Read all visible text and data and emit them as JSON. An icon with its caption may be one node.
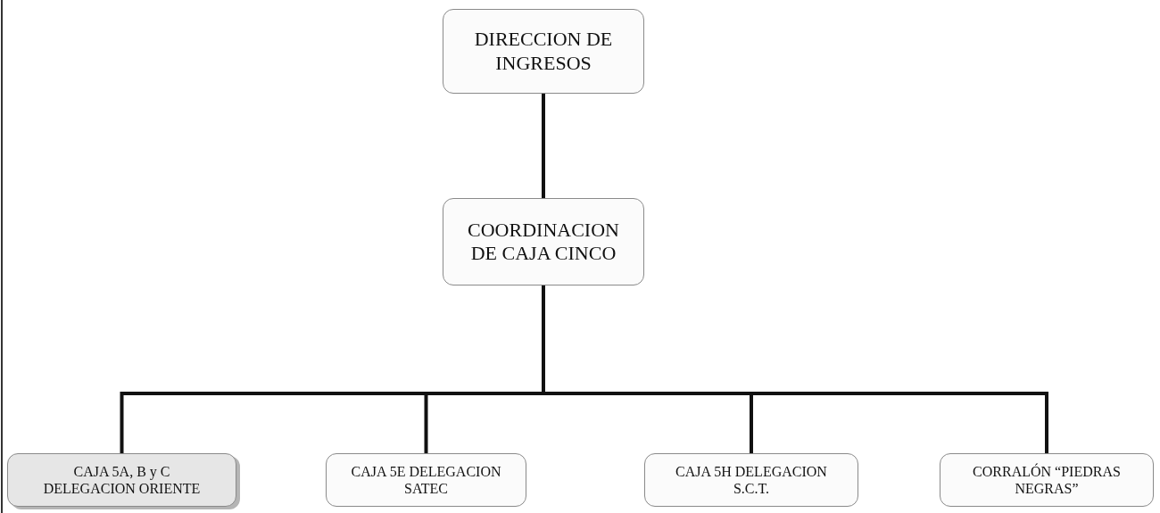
{
  "diagram": {
    "nodes": [
      {
        "text": [
          "DIRECCION DE INGRESOS"
        ]
      },
      {
        "text": [
          "COORDINACION DE CAJA CINCO"
        ]
      },
      {
        "text": [
          "CAJA 5A, B y C DELEGACION ORIENTE"
        ]
      },
      {
        "text": [
          "CAJA 5E DELEGACION SATEC"
        ]
      },
      {
        "text": [
          "CAJA 5H DELEGACION S.C.T."
        ]
      },
      {
        "text": [
          "CORRALÓN “PIEDRAS NEGRAS”"
        ]
      }
    ],
    "edges": [
      {
        "from": 0,
        "to": 1,
        "arrow": "none"
      },
      {
        "from": 1,
        "to": 2,
        "arrow": "none"
      },
      {
        "from": 1,
        "to": 3,
        "arrow": "none"
      },
      {
        "from": 1,
        "to": 4,
        "arrow": "none"
      },
      {
        "from": 1,
        "to": 5,
        "arrow": "none"
      }
    ]
  }
}
